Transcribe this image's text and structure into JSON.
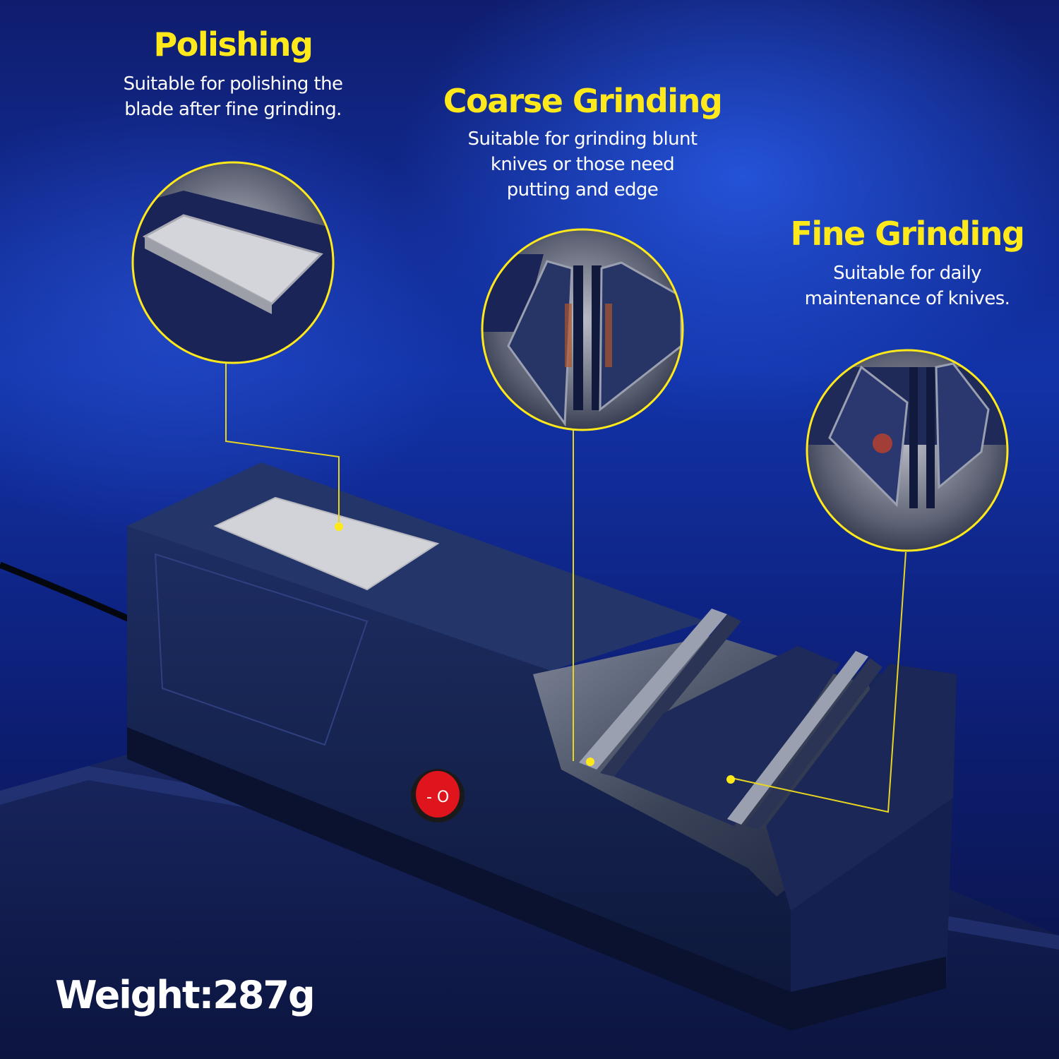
{
  "callouts": {
    "polishing": {
      "title": "Polishing",
      "description": "Suitable for polishing the\nblade after fine grinding."
    },
    "coarse_grinding": {
      "title": "Coarse Grinding",
      "description": "Suitable for grinding blunt\nknives or those need\nputting and edge"
    },
    "fine_grinding": {
      "title": "Fine Grinding",
      "description": "Suitable for daily\nmaintenance of knives."
    }
  },
  "weight_label": "Weight:287g",
  "colors": {
    "accent_yellow": "#ffe91a",
    "body_navy": "#14224f",
    "switch_red": "#e0141c",
    "background_blue": "#1233a8"
  },
  "icons": {
    "power_switch": "red-rocker-switch"
  }
}
